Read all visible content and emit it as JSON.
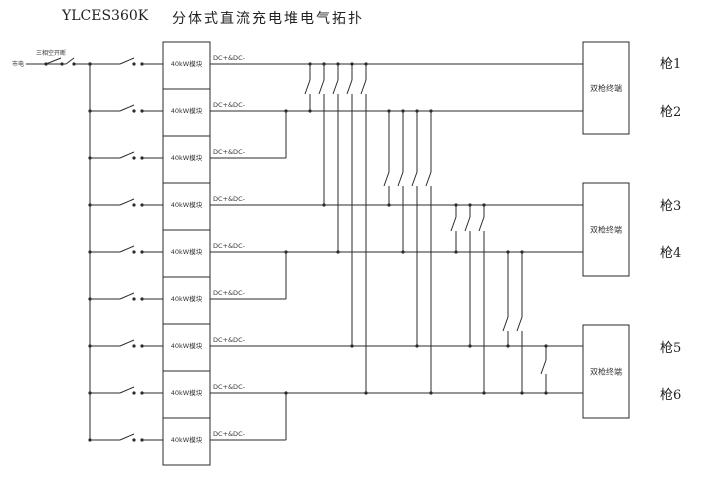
{
  "header": {
    "model": "YLCES360K",
    "description": "分体式直流充电堆电气拓扑"
  },
  "grid": {
    "source_label": "市电",
    "breaker_label": "三相空开断"
  },
  "modules": [
    {
      "label": "40kW模块",
      "output": "DC+&DC-"
    },
    {
      "label": "40kW模块",
      "output": "DC+&DC-"
    },
    {
      "label": "40kW模块",
      "output": "DC+&DC-"
    },
    {
      "label": "40kW模块",
      "output": "DC+&DC-"
    },
    {
      "label": "40kW模块",
      "output": "DC+&DC-"
    },
    {
      "label": "40kW模块",
      "output": "DC+&DC-"
    },
    {
      "label": "40kW模块",
      "output": "DC+&DC-"
    },
    {
      "label": "40kW模块",
      "output": "DC+&DC-"
    },
    {
      "label": "40kW模块",
      "output": "DC+&DC-"
    }
  ],
  "terminals": [
    {
      "label": "双枪终端"
    },
    {
      "label": "双枪终端"
    },
    {
      "label": "双枪终端"
    }
  ],
  "guns": [
    "枪1",
    "枪2",
    "枪3",
    "枪4",
    "枪5",
    "枪6"
  ]
}
